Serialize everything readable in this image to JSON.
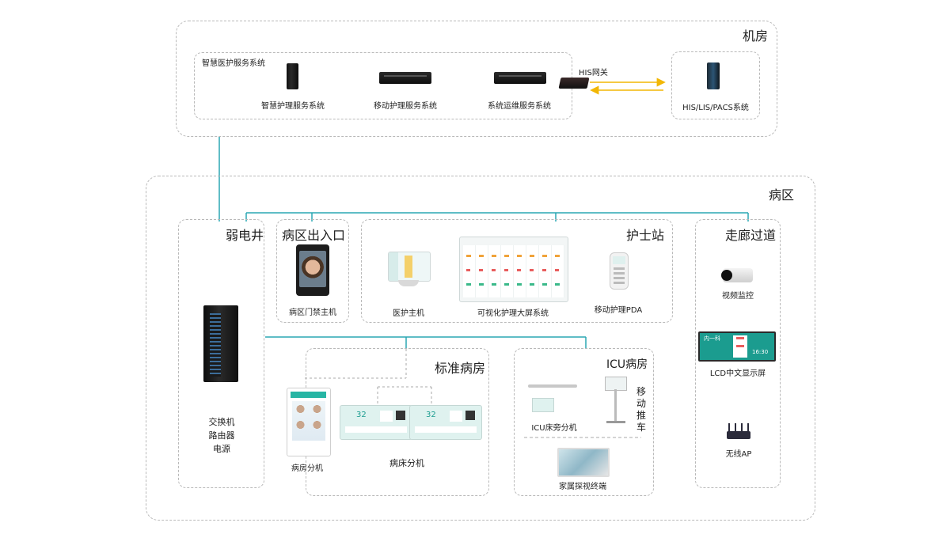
{
  "sections": {
    "machine_room": "机房",
    "ward_area": "病区",
    "smart_system": "智慧医护服务系统",
    "weak_well": "弱电井",
    "ward_entrance": "病区出入口",
    "nurse_station": "护士站",
    "corridor": "走廊过道",
    "standard_ward": "标准病房",
    "icu_ward": "ICU病房"
  },
  "machine_room_items": {
    "smart_nursing_server": "智慧护理服务系统",
    "mobile_nursing_server": "移动护理服务系统",
    "ops_server": "系统运维服务系统",
    "his_gateway": "HIS网关",
    "his_lis_pacs": "HIS/LIS/PACS系统"
  },
  "weak_well_items": [
    "交换机",
    "路由器",
    "电源"
  ],
  "entrance_items": {
    "access_host": "病区门禁主机"
  },
  "nurse_station_items": {
    "medical_host": "医护主机",
    "big_screen": "可视化护理大屏系统",
    "pda": "移动护理PDA"
  },
  "corridor_items": {
    "camera": "视频监控",
    "lcd": "LCD中文显示屏",
    "wireless_ap": "无线AP"
  },
  "lcd_display": {
    "room": "内一科",
    "time": "16:30"
  },
  "standard_ward_items": {
    "room_unit": "病房分机",
    "bed_unit": "病床分机",
    "bed_number": "32"
  },
  "icu_items": {
    "bedside_unit": "ICU床旁分机",
    "mobile_cart": "移动推车",
    "family_terminal": "家属探视终端"
  },
  "colors": {
    "link_line": "#2aa7b3",
    "arrow": "#f2b705",
    "dashed_border": "#b9b9b9",
    "accent_green": "#27b5a4"
  }
}
